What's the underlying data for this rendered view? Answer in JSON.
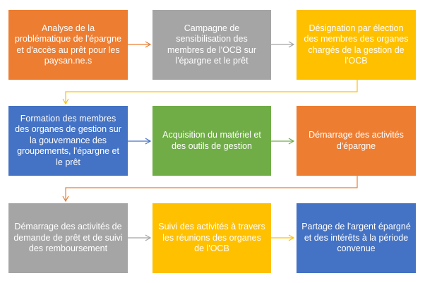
{
  "colors": {
    "orange": "#ED7D31",
    "gray": "#A5A5A5",
    "gold": "#FFC000",
    "blue": "#4472C4",
    "green": "#70AD47",
    "arrow_orange": "#ED7D31",
    "arrow_gray": "#A5A5A5",
    "arrow_gold": "#FFC000",
    "arrow_blue": "#4472C4",
    "arrow_green": "#70AD47"
  },
  "rows": [
    [
      {
        "text": "Analyse de la problématique de l'épargne et d'accès au prêt pour les paysan.ne.s",
        "color": "orange"
      },
      {
        "text": "Campagne de sensibilisation des membres de l'OCB sur l'épargne et le prêt",
        "color": "gray"
      },
      {
        "text": "Désignation par élection des membres des organes chargés de la gestion de l'OCB",
        "color": "gold"
      }
    ],
    [
      {
        "text": "Formation des membres des organes de gestion sur la gouvernance des groupements, l'épargne et le prêt",
        "color": "blue"
      },
      {
        "text": "Acquisition du matériel et des outils de gestion",
        "color": "green"
      },
      {
        "text": "Démarrage des activités d'épargne",
        "color": "orange"
      }
    ],
    [
      {
        "text": "Démarrage des activités de demande de prêt et de suivi des remboursement",
        "color": "gray"
      },
      {
        "text": "Suivi des activités à travers les réunions des organes de l'OCB",
        "color": "gold"
      },
      {
        "text": "Partage de l'argent épargné et des intérêts à la période convenue",
        "color": "blue"
      }
    ]
  ]
}
